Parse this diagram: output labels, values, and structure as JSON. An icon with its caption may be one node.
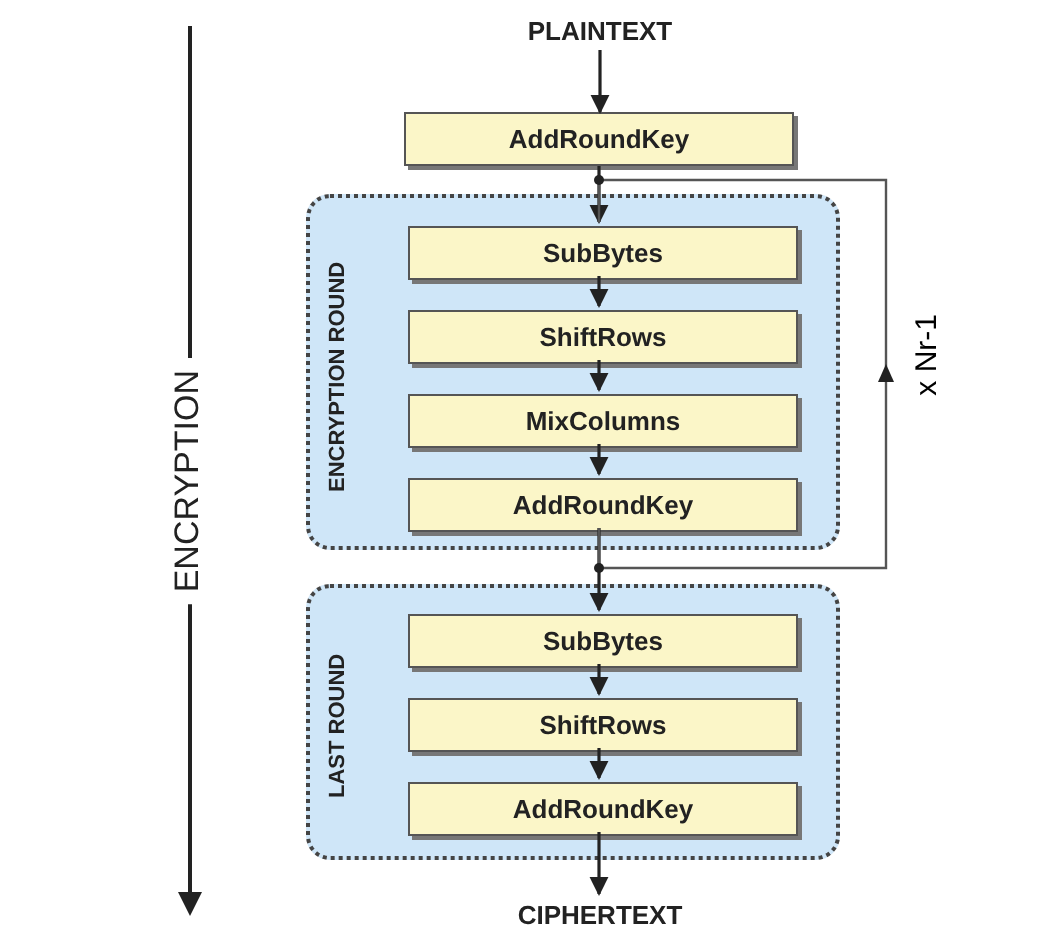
{
  "diagram": {
    "nodes": [
      {
        "text": [
          "PLAINTEXT"
        ]
      },
      {
        "text": [
          "AddRoundKey"
        ]
      },
      {
        "text": [
          "ENCRYPTION ROUND"
        ]
      },
      {
        "text": [
          "SubBytes"
        ],
        "in": 2
      },
      {
        "text": [
          "ShiftRows"
        ],
        "in": 2
      },
      {
        "text": [
          "MixColumns"
        ],
        "in": 2
      },
      {
        "text": [
          "AddRoundKey"
        ],
        "in": 2
      },
      {
        "text": [
          "LAST ROUND"
        ]
      },
      {
        "text": [
          "SubBytes"
        ],
        "in": 7
      },
      {
        "text": [
          "ShiftRows"
        ],
        "in": 7
      },
      {
        "text": [
          "AddRoundKey"
        ],
        "in": 7
      },
      {
        "text": [
          "CIPHERTEXT"
        ]
      }
    ],
    "edges": [
      {
        "from": 0,
        "to": 1,
        "arrow": "to"
      },
      {
        "from": 1,
        "to": 3,
        "arrow": "to"
      },
      {
        "from": 3,
        "to": 4,
        "arrow": "to"
      },
      {
        "from": 4,
        "to": 5,
        "arrow": "to"
      },
      {
        "from": 5,
        "to": 6,
        "arrow": "to"
      },
      {
        "from": 6,
        "to": 8,
        "arrow": "to"
      },
      {
        "from": 8,
        "to": 9,
        "arrow": "to"
      },
      {
        "from": 9,
        "to": 10,
        "arrow": "to"
      },
      {
        "from": 10,
        "to": 11,
        "arrow": "to"
      },
      {
        "from": 6,
        "to": 3,
        "arrow": "to",
        "label": "x Nr-1"
      }
    ],
    "labels": [
      "ENCRYPTION"
    ]
  }
}
